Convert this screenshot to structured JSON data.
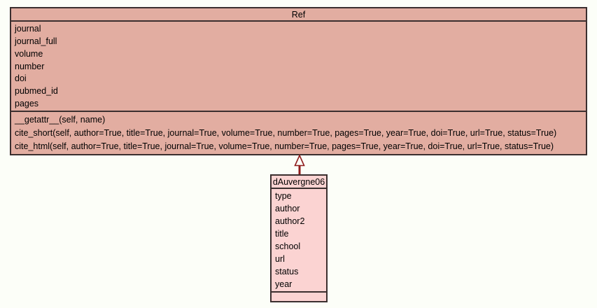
{
  "diagram_type": "uml-class-diagram",
  "colors": {
    "background": "#FCFEF8",
    "parent_class_fill": "#E2ADA1",
    "child_class_fill": "#FBD3D2",
    "border": "#3B2F2F",
    "inheritance_arrow": "#8F1D1D",
    "text": "#000000"
  },
  "classes": [
    {
      "name": "Ref",
      "attributes": [
        "journal",
        "journal_full",
        "volume",
        "number",
        "doi",
        "pubmed_id",
        "pages"
      ],
      "methods": [
        "__getattr__(self, name)",
        "cite_short(self, author=True, title=True, journal=True, volume=True, number=True, pages=True, year=True, doi=True, url=True, status=True)",
        "cite_html(self, author=True, title=True, journal=True, volume=True, number=True, pages=True, year=True, doi=True, url=True, status=True)"
      ]
    },
    {
      "name": "dAuvergne06",
      "attributes": [
        "type",
        "author",
        "author2",
        "title",
        "school",
        "url",
        "status",
        "year"
      ],
      "methods": []
    }
  ],
  "relations": [
    {
      "type": "inheritance",
      "child": "dAuvergne06",
      "parent": "Ref"
    }
  ]
}
